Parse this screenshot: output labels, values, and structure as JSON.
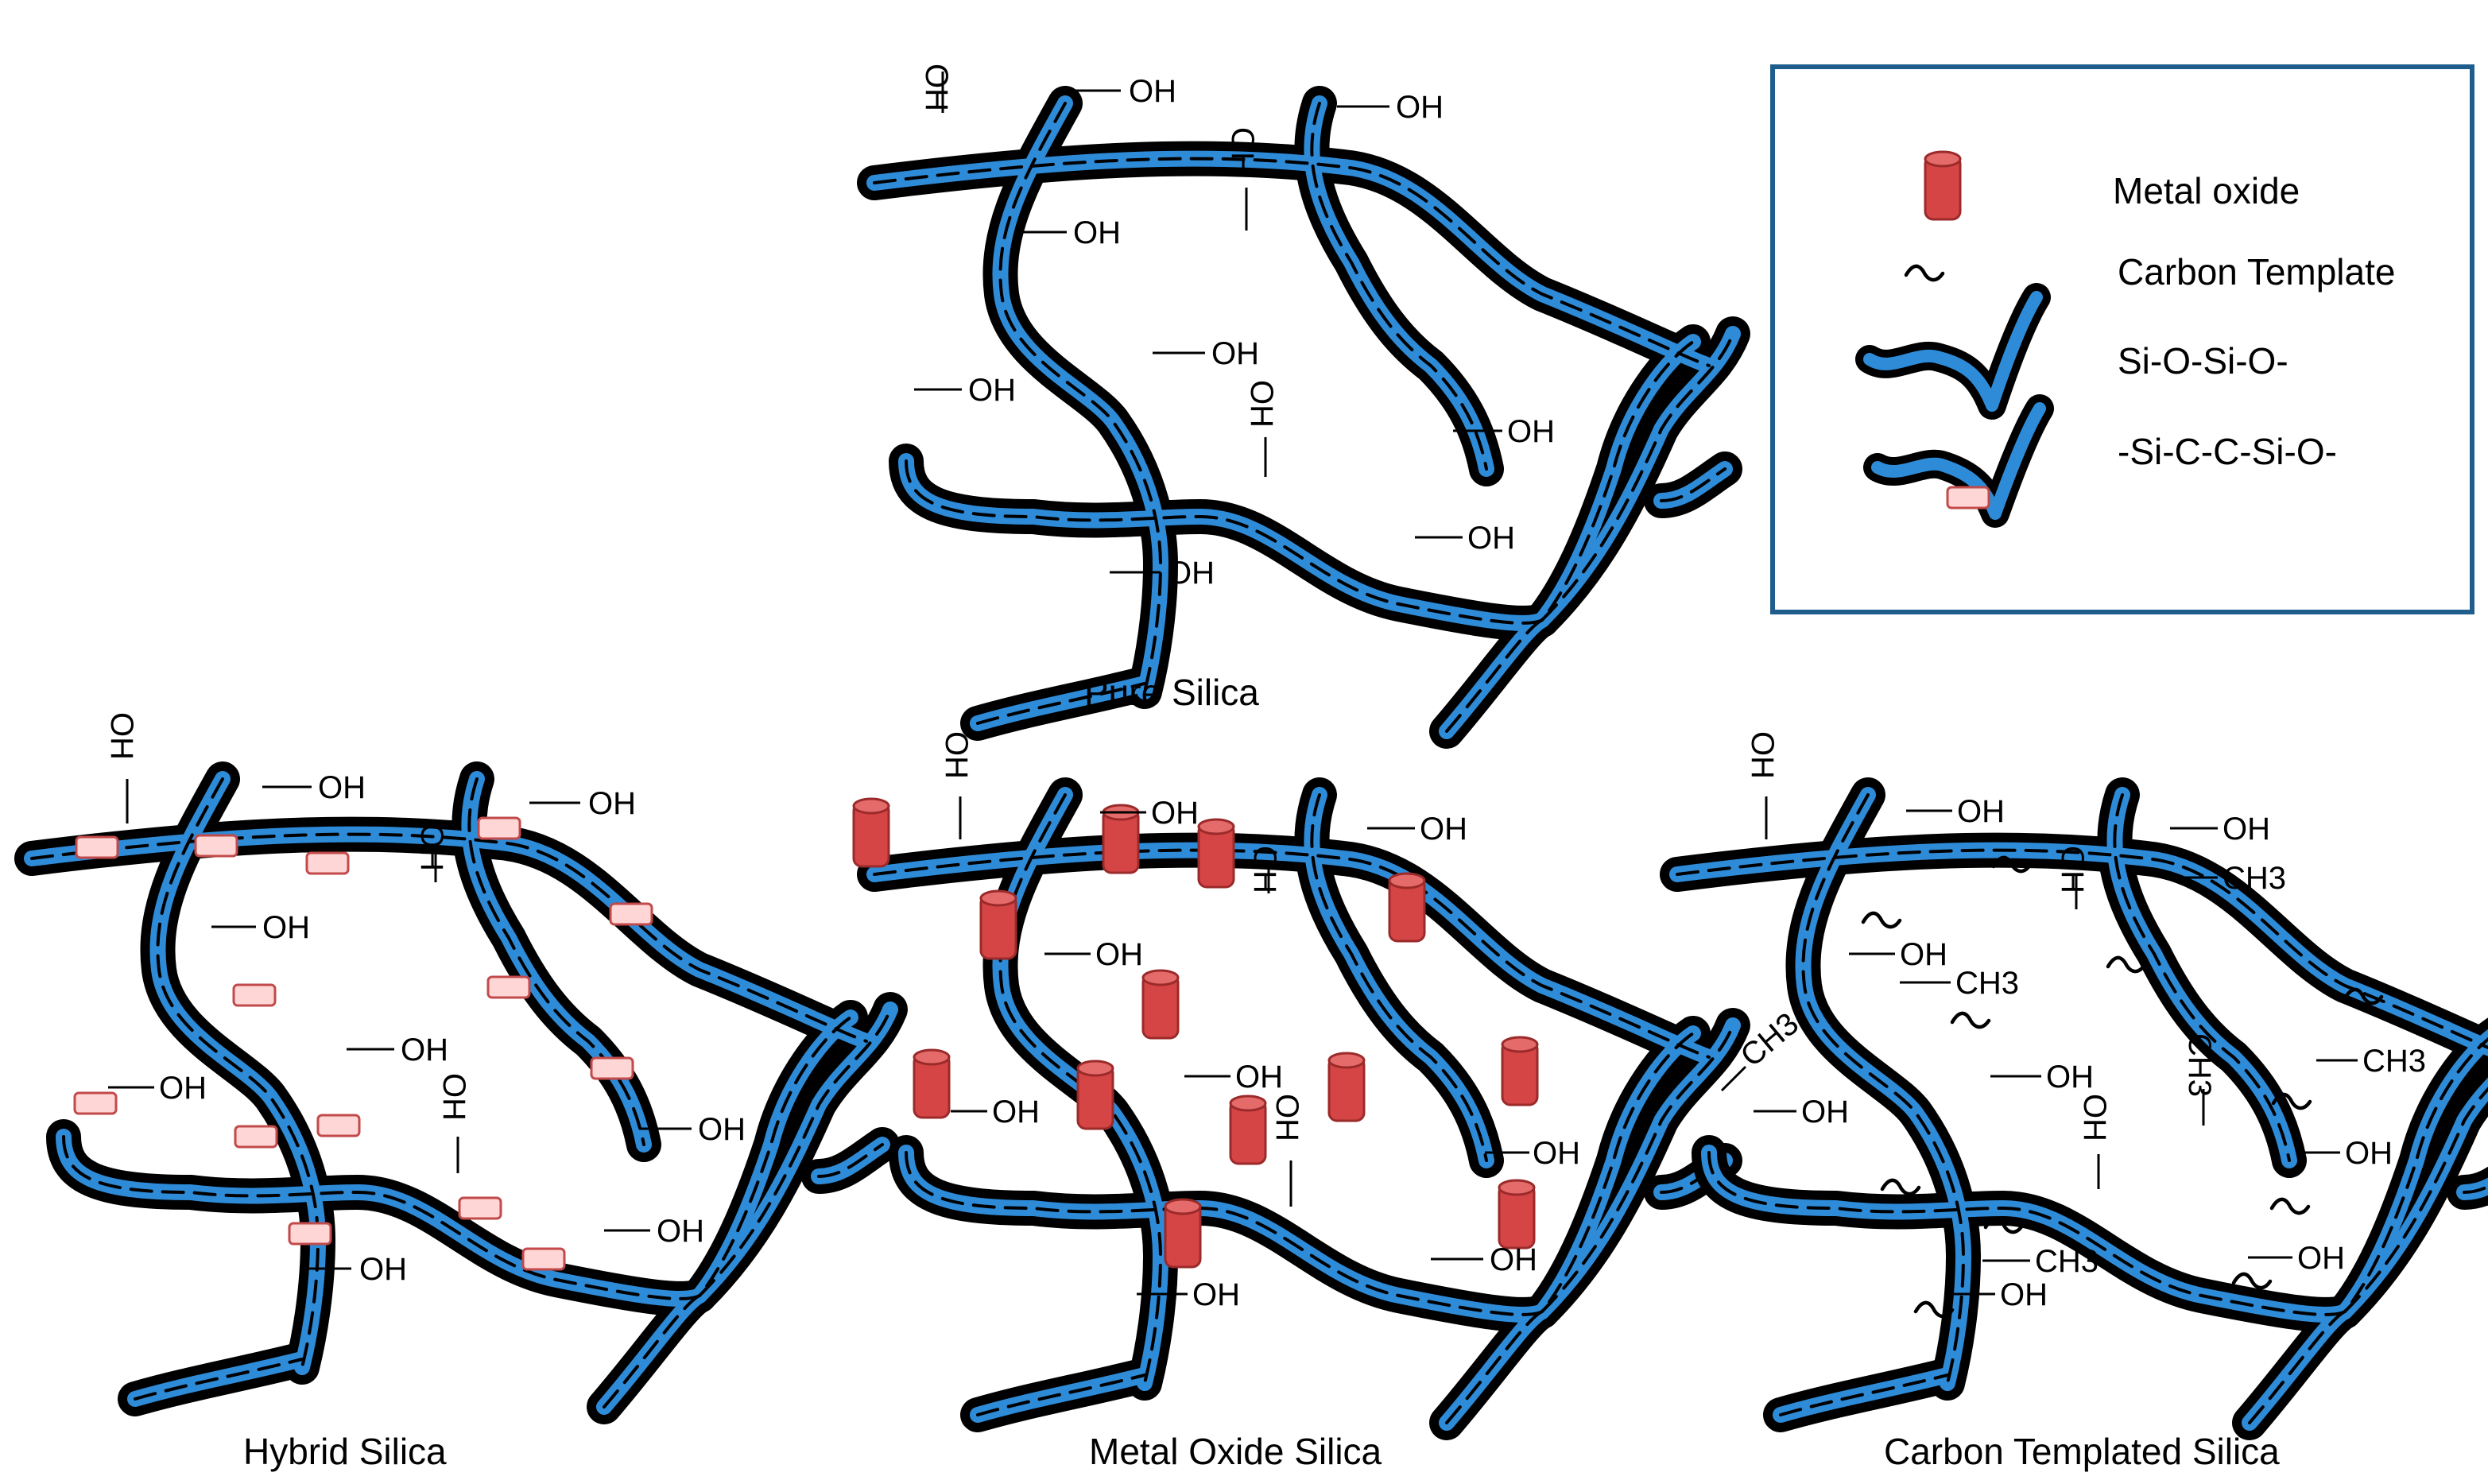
{
  "panels": {
    "pure": {
      "caption": "Pure Silica",
      "oh": "OH"
    },
    "hybrid": {
      "caption": "Hybrid Silica",
      "oh": "OH"
    },
    "metal": {
      "caption": "Metal Oxide Silica",
      "oh": "OH"
    },
    "carbon": {
      "caption": "Carbon Templated Silica",
      "oh": "OH",
      "ch3": "CH3"
    }
  },
  "legend": {
    "items": [
      {
        "icon": "metal-oxide-icon",
        "label": "Metal oxide"
      },
      {
        "icon": "carbon-template-icon",
        "label": "Carbon Template"
      },
      {
        "icon": "silica-strand-icon",
        "label": "Si-O-Si-O-"
      },
      {
        "icon": "hybrid-strand-icon",
        "label": "-Si-C-C-Si-O-"
      }
    ]
  },
  "colors": {
    "strand_fill": "#2e8bd8",
    "strand_outline": "#000000",
    "metal_oxide": "#d64545",
    "hybrid_link": "#ffd6d6",
    "legend_border": "#1f5d8c"
  }
}
